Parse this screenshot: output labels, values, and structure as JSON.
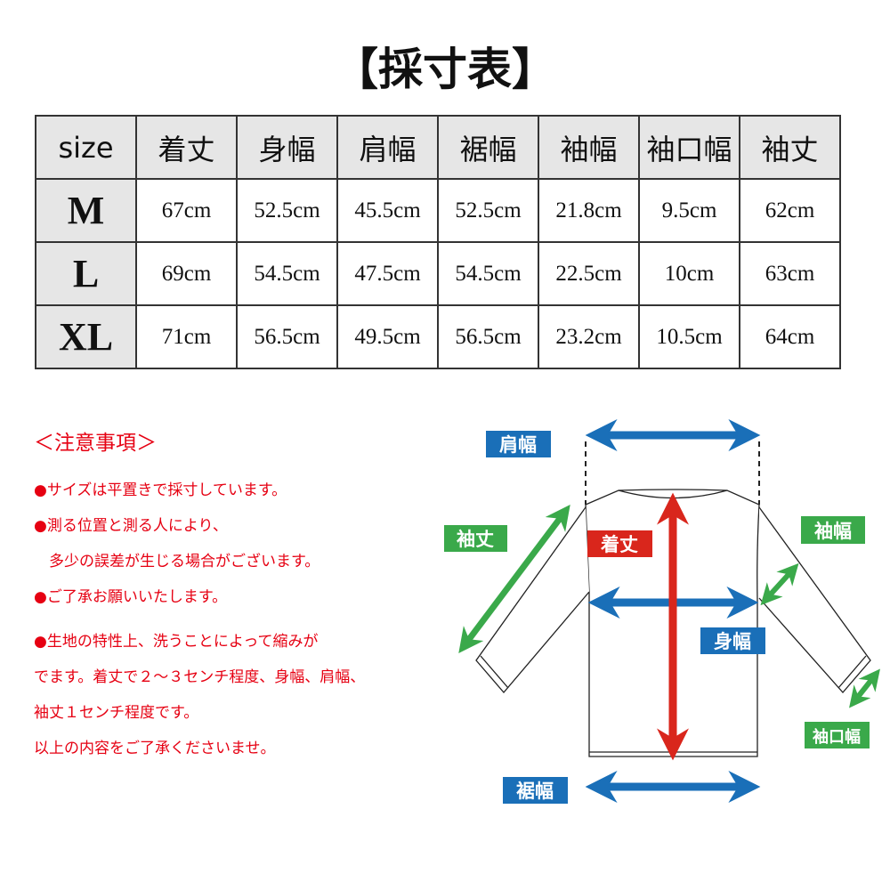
{
  "title": "【採寸表】",
  "table": {
    "headers": [
      "size",
      "着丈",
      "身幅",
      "肩幅",
      "裾幅",
      "袖幅",
      "袖口幅",
      "袖丈"
    ],
    "rows": [
      {
        "size": "M",
        "values": [
          "67cm",
          "52.5cm",
          "45.5cm",
          "52.5cm",
          "21.8cm",
          "9.5cm",
          "62cm"
        ]
      },
      {
        "size": "L",
        "values": [
          "69cm",
          "54.5cm",
          "47.5cm",
          "54.5cm",
          "22.5cm",
          "10cm",
          "63cm"
        ]
      },
      {
        "size": "XL",
        "values": [
          "71cm",
          "56.5cm",
          "49.5cm",
          "56.5cm",
          "23.2cm",
          "10.5cm",
          "64cm"
        ]
      }
    ]
  },
  "notes": {
    "heading": "＜注意事項＞",
    "lines": [
      "●サイズは平置きで採寸しています。",
      "●測る位置と測る人により、",
      "　多少の誤差が生じる場合がございます。",
      "●ご了承お願いいたします。",
      "●生地の特性上、洗うことによって縮みが",
      "でます。着丈で２～３センチ程度、身幅、肩幅、",
      "袖丈１センチ程度です。",
      "以上の内容をご了承くださいませ。"
    ]
  },
  "diagram": {
    "labels": {
      "shoulder": "肩幅",
      "sleeve_length": "袖丈",
      "length": "着丈",
      "sleeve_width": "袖幅",
      "body_width": "身幅",
      "cuff_width": "袖口幅",
      "hem_width": "裾幅"
    },
    "colors": {
      "blue": "#1a6fb8",
      "green": "#3aa94a",
      "red": "#d9261c"
    }
  }
}
